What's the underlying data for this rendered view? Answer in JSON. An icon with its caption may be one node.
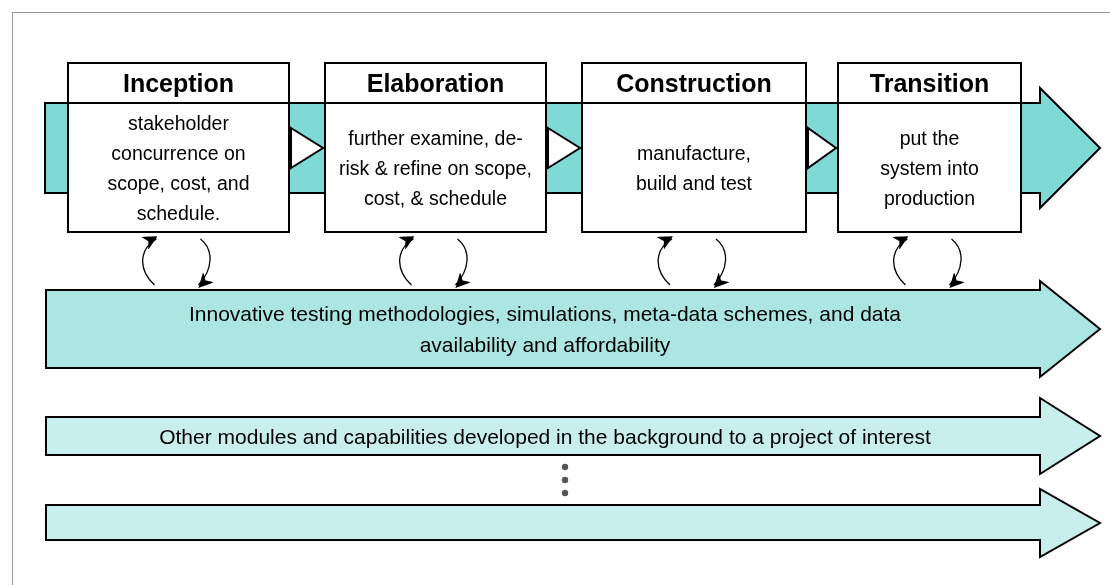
{
  "diagram": {
    "nodes": [
      {
        "text": [
          "Inception",
          "stakeholder concurrence on scope, cost, and schedule."
        ]
      },
      {
        "text": [
          "Elaboration",
          "further examine, de-risk & refine on scope, cost, & schedule"
        ]
      },
      {
        "text": [
          "Construction",
          "manufacture, build and test"
        ]
      },
      {
        "text": [
          "Transition",
          "put the system into production"
        ]
      },
      {
        "text": [
          "Innovative testing methodologies, simulations, meta-data schemes, and data availability and affordability"
        ]
      },
      {
        "text": [
          "Other modules and capabilities developed in the background to a project of interest"
        ]
      },
      {
        "text": [],
        "shape": "arrow"
      }
    ],
    "edges": [
      {
        "from": 0,
        "to": 1,
        "arrow": "to"
      },
      {
        "from": 1,
        "to": 2,
        "arrow": "to"
      },
      {
        "from": 2,
        "to": 3,
        "arrow": "to"
      },
      {
        "from": 4,
        "to": 0,
        "arrow": "to"
      },
      {
        "from": 0,
        "to": 4,
        "arrow": "to"
      },
      {
        "from": 4,
        "to": 1,
        "arrow": "to"
      },
      {
        "from": 1,
        "to": 4,
        "arrow": "to"
      },
      {
        "from": 4,
        "to": 2,
        "arrow": "to"
      },
      {
        "from": 2,
        "to": 4,
        "arrow": "to"
      },
      {
        "from": 4,
        "to": 3,
        "arrow": "to"
      },
      {
        "from": 3,
        "to": 4,
        "arrow": "to"
      }
    ]
  }
}
